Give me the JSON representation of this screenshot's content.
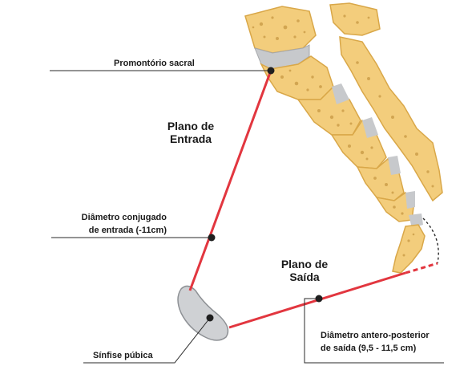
{
  "labels": {
    "promontorio": "Promontório sacral",
    "plano_entrada_1": "Plano de",
    "plano_entrada_2": "Entrada",
    "conjugado_1": "Diâmetro conjugado",
    "conjugado_2": "de entrada (-11cm)",
    "plano_saida_1": "Plano de",
    "plano_saida_2": "Saída",
    "anteroposterior_1": "Diâmetro antero-posterior",
    "anteroposterior_2": "de saída (9,5 - 11,5 cm)",
    "sinfise": "Sínfise púbica"
  },
  "colors": {
    "bone": "#f3cd7c",
    "bone_outline": "#d9a748",
    "bone_spots": "#b8862e",
    "cartilage": "#c7c9cc",
    "red_line": "#e2363f",
    "leader": "#2a2a2a",
    "dot": "#1f1f1f",
    "pubis_fill": "#cfd1d4",
    "pubis_outline": "#8e9195"
  }
}
